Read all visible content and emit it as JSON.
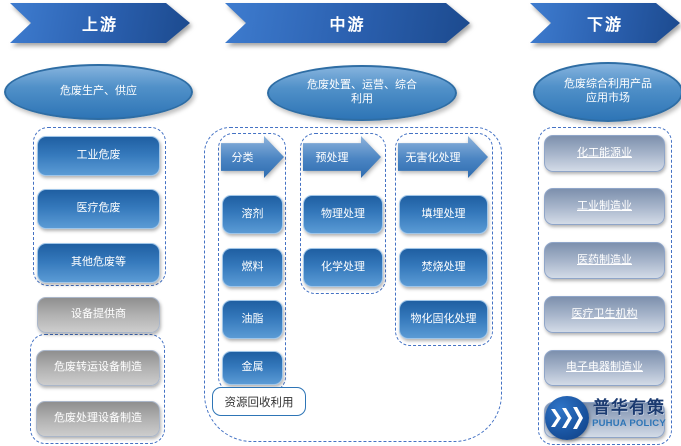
{
  "banners": {
    "upstream": "上游",
    "midstream": "中游",
    "downstream": "下游"
  },
  "upstream": {
    "summary": "危废生产、供应",
    "waste_types": [
      "工业危废",
      "医疗危废",
      "其他危废等"
    ],
    "equipment_provider": "设备提供商",
    "equipment_manufacturing": [
      "危废转运设备制造",
      "危废处理设备制造"
    ]
  },
  "midstream": {
    "summary": "危废处置、运营、综合利用",
    "classification": {
      "header": "分类",
      "items": [
        "溶剂",
        "燃料",
        "油脂",
        "金属"
      ]
    },
    "pretreatment": {
      "header": "预处理",
      "items": [
        "物理处理",
        "化学处理"
      ]
    },
    "harmless": {
      "header": "无害化处理",
      "items": [
        "填埋处理",
        "焚烧处理",
        "物化固化处理"
      ]
    },
    "recycle_label": "资源回收利用"
  },
  "downstream": {
    "summary": "危废综合利用产品应用市场",
    "industries": [
      "化工能源业",
      "工业制造业",
      "医药制造业",
      "医疗卫生机构",
      "电子电器制造业"
    ],
    "logo": {
      "cn": "普华有策",
      "en": "PUHUA POLICY"
    }
  },
  "colors": {
    "banner_gradient_start": "#3e7ccf",
    "banner_gradient_end": "#1c4a8e",
    "blue_box_dark": "#1f5fa2",
    "blue_box_light": "#5b9bd5",
    "gray_box_dark": "#8f8f8f",
    "gray_box_light": "#cdcdcd",
    "bluegray_box_dark": "#7d90ad",
    "bluegray_box_light": "#d3dbe7",
    "dashed_border": "#4472c4",
    "ellipse_fill": "#2e75b6",
    "logo_navy": "#1b3a70",
    "logo_blue": "#2e75b6"
  }
}
